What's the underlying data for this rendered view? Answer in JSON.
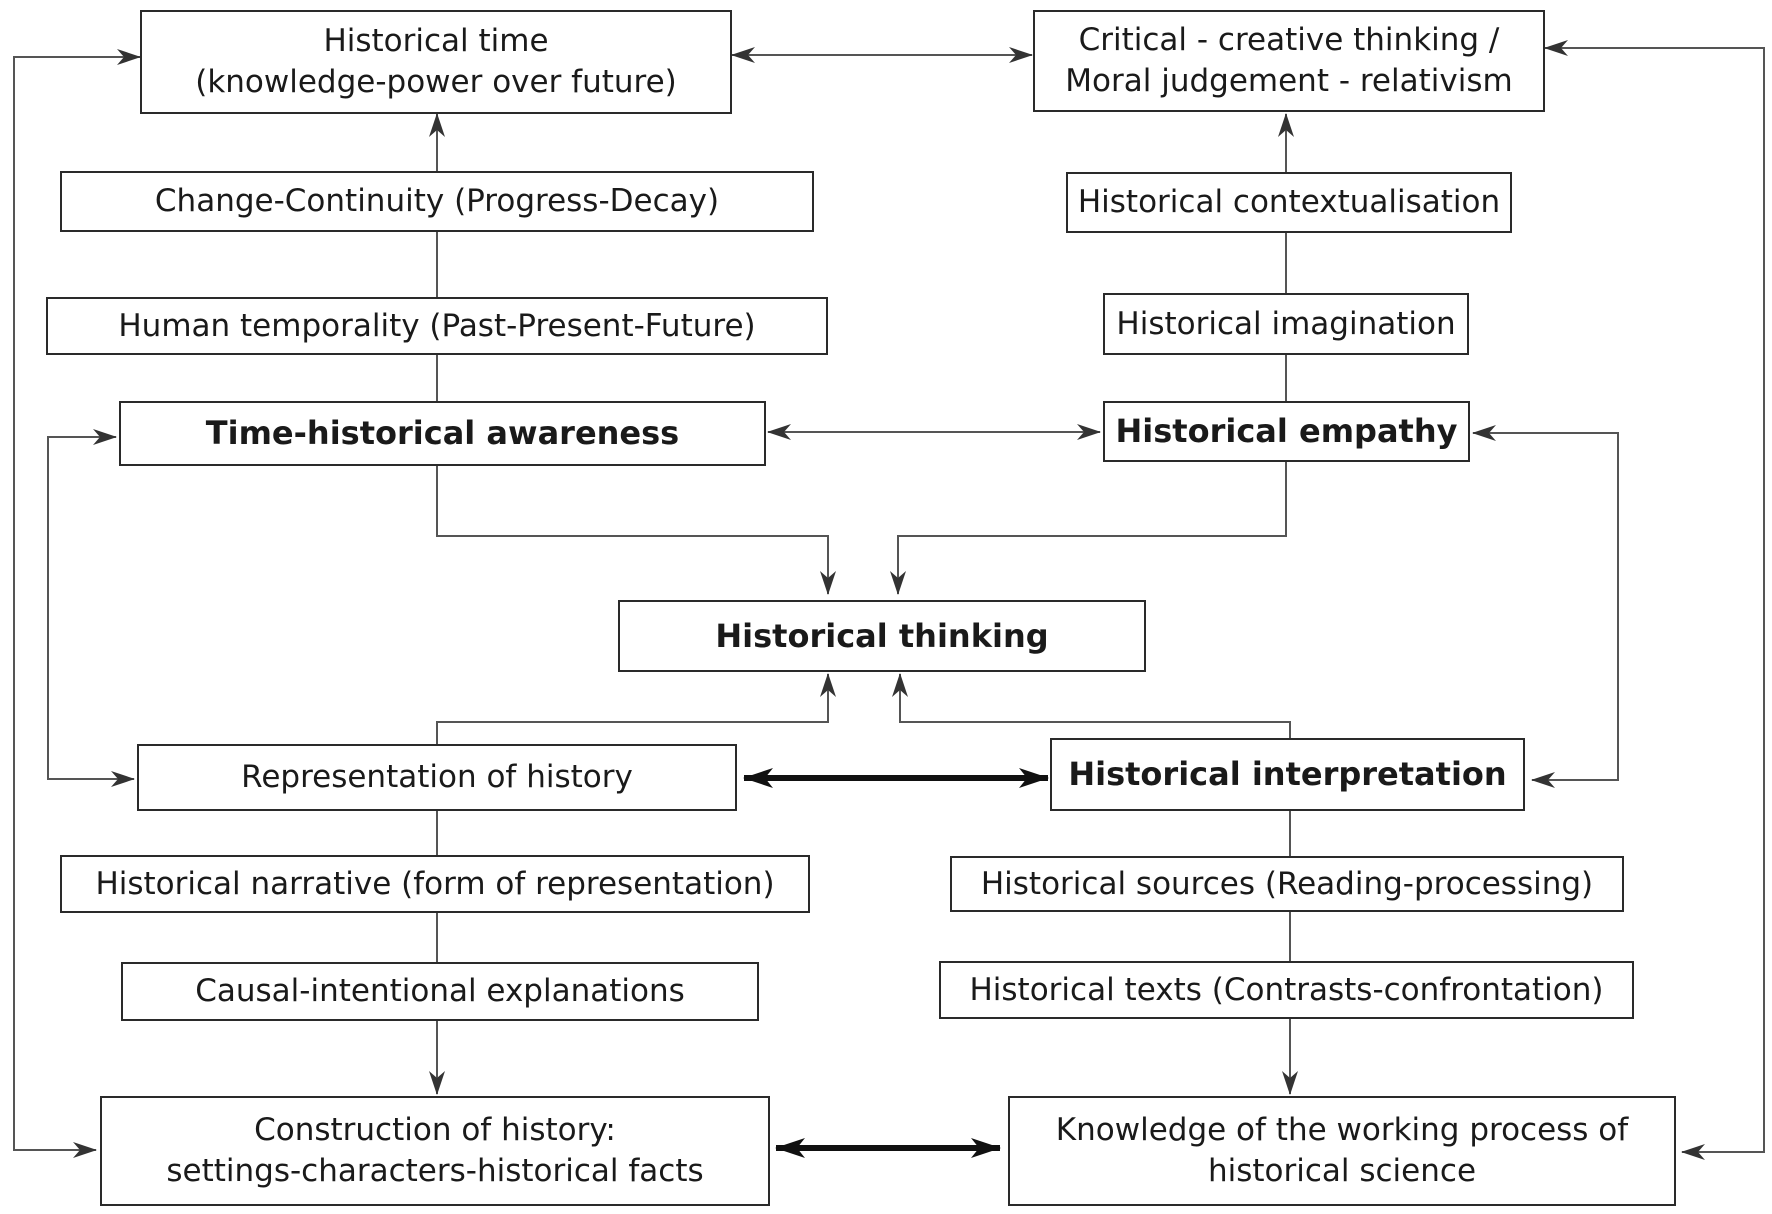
{
  "diagram": {
    "nodes": {
      "historical_time": {
        "line1": "Historical time",
        "line2": "(knowledge-power over future)"
      },
      "critical_thinking": {
        "line1": "Critical - creative thinking /",
        "line2": "Moral judgement - relativism"
      },
      "change_continuity": {
        "label": "Change-Continuity (Progress-Decay)"
      },
      "historical_contextualisation": {
        "label": "Historical contextualisation"
      },
      "human_temporality": {
        "label": "Human temporality (Past-Present-Future)"
      },
      "historical_imagination": {
        "label": "Historical imagination"
      },
      "time_historical_awareness": {
        "label": "Time-historical awareness"
      },
      "historical_empathy": {
        "label": "Historical empathy"
      },
      "historical_thinking": {
        "label": "Historical thinking"
      },
      "representation_of_history": {
        "label": "Representation of history"
      },
      "historical_interpretation": {
        "label": "Historical interpretation"
      },
      "historical_narrative": {
        "label": "Historical narrative (form of representation)"
      },
      "historical_sources": {
        "label": "Historical sources (Reading-processing)"
      },
      "causal_intentional": {
        "label": "Causal-intentional explanations"
      },
      "historical_texts": {
        "label": "Historical texts (Contrasts-confrontation)"
      },
      "construction_of_history": {
        "line1": "Construction of history:",
        "line2": "settings-characters-historical facts"
      },
      "knowledge_working_process": {
        "line1": "Knowledge of the working process of",
        "line2": "historical science"
      }
    }
  }
}
